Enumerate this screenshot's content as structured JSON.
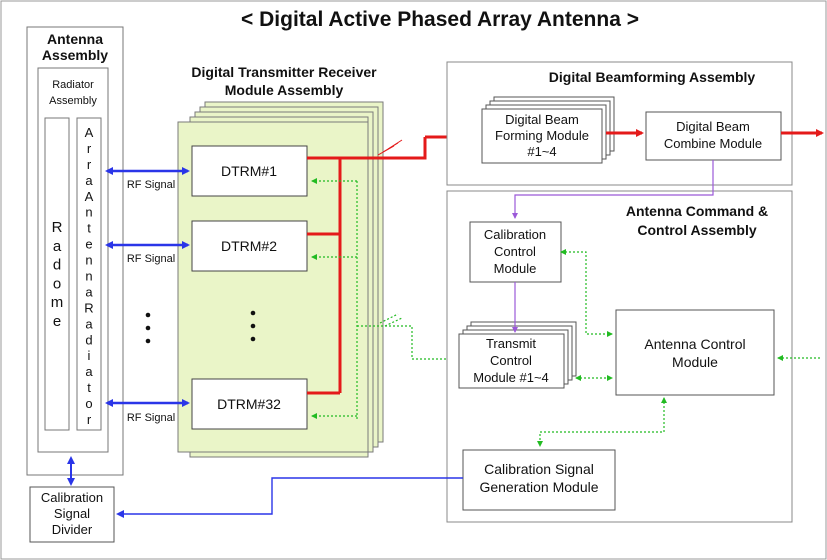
{
  "title": "< Digital Active Phased Array Antenna >",
  "antenna_assembly": {
    "title_line1": "Antenna",
    "title_line2": "Assembly",
    "radiator_assembly_line1": "Radiator",
    "radiator_assembly_line2": "Assembly",
    "radome_letters": [
      "R",
      "a",
      "d",
      "o",
      "m",
      "e"
    ],
    "array_antenna_radiator_letters": [
      "A",
      "r",
      "r",
      "a",
      "A",
      "n",
      "t",
      "e",
      "n",
      "n",
      "a",
      "R",
      "a",
      "d",
      "i",
      "a",
      "t",
      "o",
      "r"
    ]
  },
  "calibration_signal_divider": [
    "Calibration",
    "Signal",
    "Divider"
  ],
  "dtrm_assembly": {
    "title_line1": "Digital Transmitter Receiver",
    "title_line2": "Module Assembly",
    "modules": [
      "DTRM#1",
      "DTRM#2",
      "DTRM#32"
    ],
    "rf_signal_label": "RF Signal"
  },
  "beamforming_assembly": {
    "title": "Digital Beamforming Assembly",
    "dbf_module": [
      "Digital Beam",
      "Forming Module",
      "#1~4"
    ],
    "combine_module": [
      "Digital Beam",
      "Combine Module"
    ]
  },
  "command_control_assembly": {
    "title_line1": "Antenna Command &",
    "title_line2": "Control Assembly",
    "calibration_control": [
      "Calibration",
      "Control",
      "Module"
    ],
    "transmit_control": [
      "Transmit",
      "Control",
      "Module #1~4"
    ],
    "antenna_control": [
      "Antenna Control",
      "Module"
    ],
    "calibration_signal_generation": [
      "Calibration Signal",
      "Generation Module"
    ]
  },
  "colors": {
    "rf_path": "#e41a1a",
    "rf_signal": "#2a35e8",
    "control_dotted": "#22bb22",
    "calibration_line": "#9b59d8",
    "dtrm_panel": "#eaf5c8"
  }
}
